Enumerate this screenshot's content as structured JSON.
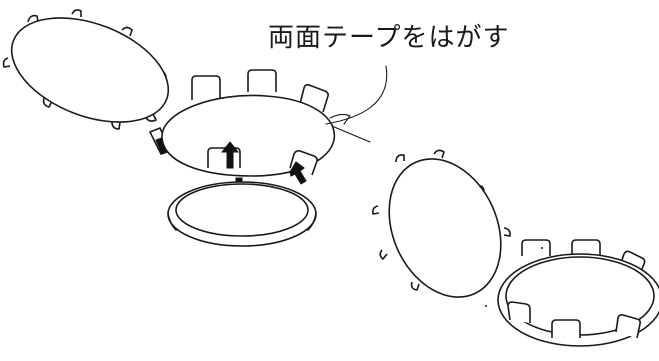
{
  "callout": {
    "text": "両面テープをはがす"
  },
  "icons": {
    "lift_arrow": "double-headed-arrow",
    "tape_peel": "peeling-tape"
  }
}
